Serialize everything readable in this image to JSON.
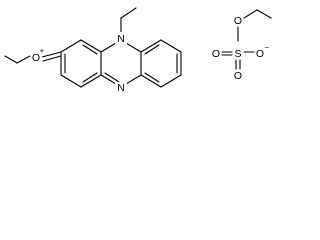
{
  "molecule": {
    "cation": {
      "ring_nitrogen": "N",
      "bridge_nitrogen": "N",
      "oxonium": "O",
      "oxonium_charge": "+"
    },
    "anion": {
      "ester_oxygen": "O",
      "sulfur": "S",
      "double_bond_oxygen_1": "O",
      "double_bond_oxygen_2": "O",
      "anionic_oxygen": "O",
      "anion_charge": "−"
    }
  }
}
